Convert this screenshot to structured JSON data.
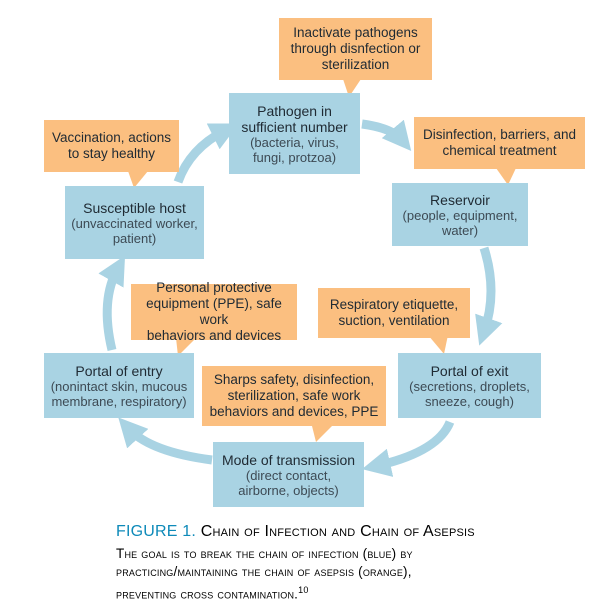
{
  "chain_of_infection": {
    "pathogen": {
      "title": [
        "Pathogen in",
        "sufficient number"
      ],
      "detail": [
        "(bacteria, virus,",
        "fungi, protzoa)"
      ]
    },
    "reservoir": {
      "title": [
        "Reservoir"
      ],
      "detail": [
        "(people, equipment,",
        "water)"
      ]
    },
    "portal_exit": {
      "title": [
        "Portal of exit"
      ],
      "detail": [
        "(secretions, droplets,",
        "sneeze, cough)"
      ]
    },
    "mode_transmission": {
      "title": [
        "Mode of transmission"
      ],
      "detail": [
        "(direct contact,",
        "airborne, objects)"
      ]
    },
    "portal_entry": {
      "title": [
        "Portal of entry"
      ],
      "detail": [
        "(nonintact skin, mucous",
        "membrane, respiratory)"
      ]
    },
    "susceptible_host": {
      "title": [
        "Susceptible host"
      ],
      "detail": [
        "(unvaccinated worker,",
        "patient)"
      ]
    }
  },
  "chain_of_asepsis": {
    "pathogen": [
      "Inactivate pathogens",
      "through disnfection or",
      "sterilization"
    ],
    "reservoir": [
      "Disinfection, barriers, and",
      "chemical treatment"
    ],
    "portal_exit": [
      "Respiratory etiquette,",
      "suction, ventilation"
    ],
    "mode_transmission": [
      "Sharps safety, disinfection,",
      "sterilization, safe work",
      "behaviors and devices, PPE"
    ],
    "portal_entry": [
      "Personal protective",
      "equipment (PPE), safe work",
      "behaviors and devices"
    ],
    "susceptible_host": [
      "Vaccination, actions",
      "to stay healthy"
    ]
  },
  "colors": {
    "infection": "#a9d3e3",
    "asepsis": "#fbbf80",
    "arrow": "#a9d3e3",
    "figure_label": "#0e8ab9"
  },
  "figure": {
    "label": "FIGURE 1.",
    "title": "Chain of Infection and Chain of Asepsis",
    "caption_lines": [
      "The goal is to break the chain of infection (blue) by",
      "practicing/maintaining the chain of asepsis (orange),",
      "preventing cross contamination."
    ],
    "reference": "10"
  }
}
